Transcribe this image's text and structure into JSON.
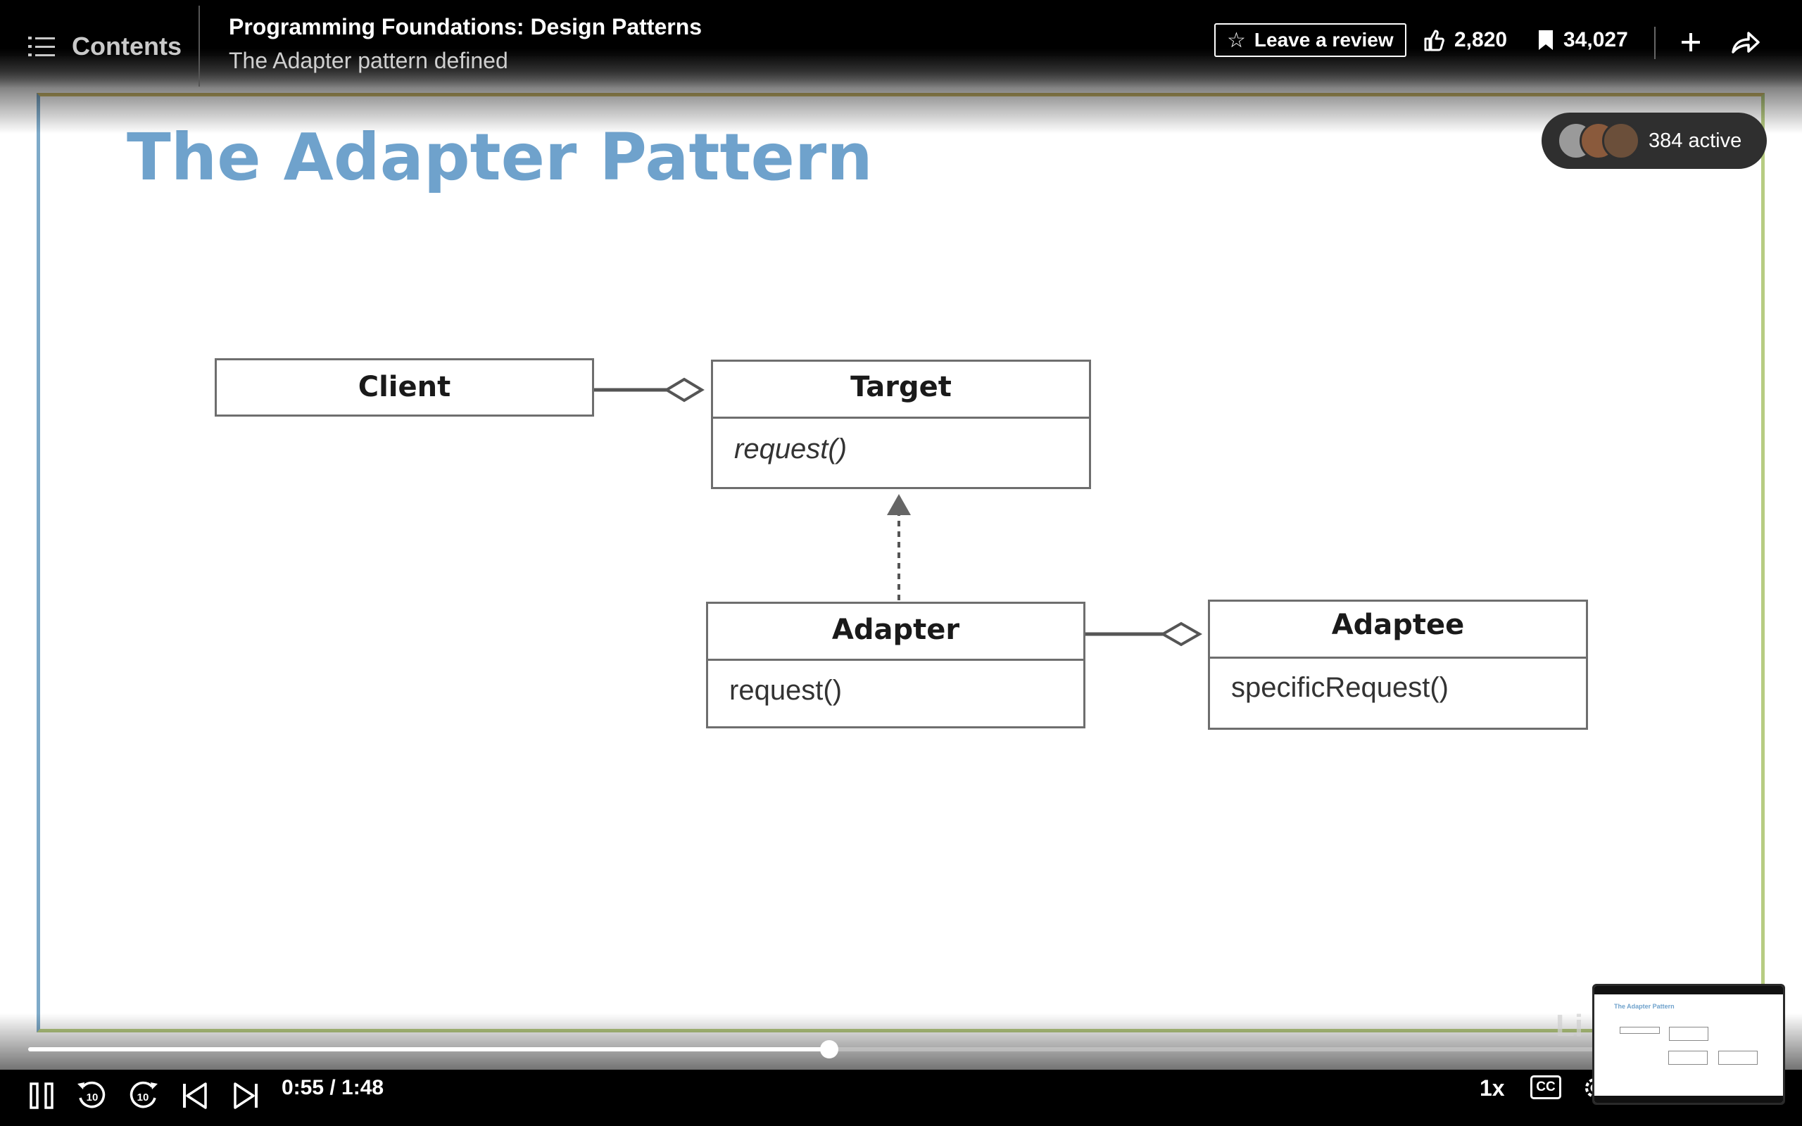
{
  "header": {
    "contents_label": "Contents",
    "course_title": "Programming Foundations: Design Patterns",
    "video_title": "The Adapter pattern defined",
    "review_label": "Leave a review",
    "likes": "2,820",
    "saves": "34,027"
  },
  "active": {
    "label": "384 active"
  },
  "slide": {
    "title": "The Adapter Pattern",
    "classes": {
      "client": {
        "name": "Client"
      },
      "target": {
        "name": "Target",
        "method": "request()"
      },
      "adapter": {
        "name": "Adapter",
        "method": "request()"
      },
      "adaptee": {
        "name": "Adaptee",
        "method": "specificRequest()"
      }
    }
  },
  "player": {
    "time": "0:55 / 1:48",
    "progress": 0.509,
    "speed": "1x",
    "cc_label": "CC",
    "skip_back_label": "10",
    "skip_forward_label": "10"
  },
  "thumbnail": {
    "title": "The Adapter Pattern"
  },
  "icons": {
    "contents": "list-icon",
    "review": "star-icon",
    "likes": "thumbs-up-icon",
    "saves": "bookmark-icon",
    "add": "plus-icon",
    "share": "share-icon",
    "pause": "pause-icon",
    "rewind": "rewind-10-icon",
    "forward": "forward-10-icon",
    "previous": "previous-icon",
    "next": "next-icon",
    "settings": "gear-icon"
  },
  "colors": {
    "slide_title": "#6fa2cc",
    "frame_left": "#7eaac9",
    "frame_top": "#cdbb6c",
    "frame_right": "#b7cc82"
  }
}
